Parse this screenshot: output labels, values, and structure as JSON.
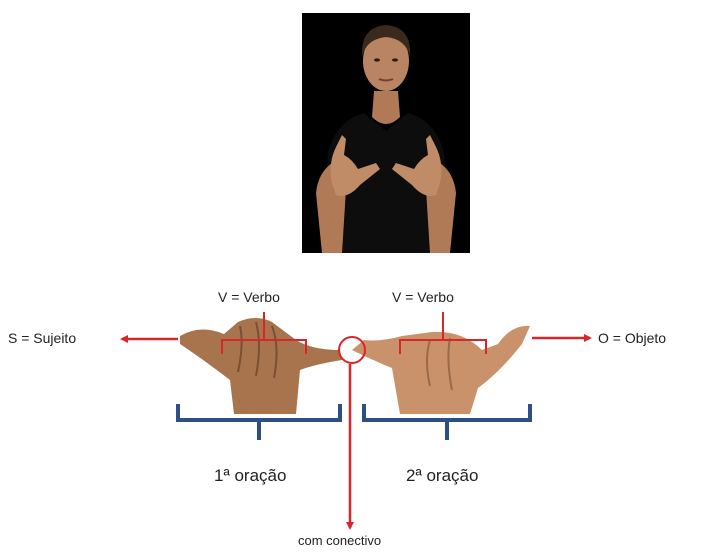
{
  "labels": {
    "subject": "S = Sujeito",
    "object": "O = Objeto",
    "verb_left": "V =  Verbo",
    "verb_right": "V =  Verbo",
    "clause_1": "1ª oração",
    "clause_2": "2ª oração",
    "connective": "com conectivo"
  },
  "colors": {
    "accent": "#d9262b",
    "bracket": "#2b4f86",
    "skin": "#b07a56",
    "shirt": "#0d0d0d"
  }
}
